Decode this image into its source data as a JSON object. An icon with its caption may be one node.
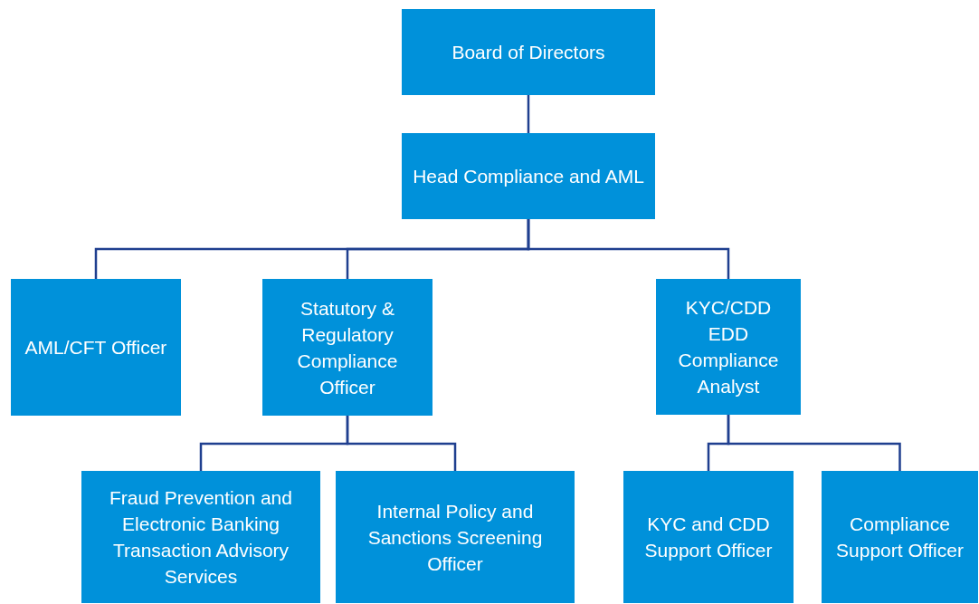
{
  "diagram": {
    "nodes": [
      {
        "text": [
          "Board of Directors"
        ]
      },
      {
        "text": [
          "Head Compliance and AML"
        ]
      },
      {
        "text": [
          "AML/CFT Officer"
        ]
      },
      {
        "text": [
          "Statutory & Regulatory Compliance Officer"
        ]
      },
      {
        "text": [
          "KYC/CDD EDD Compliance Analyst"
        ]
      },
      {
        "text": [
          "Fraud Prevention and Electronic Banking Transaction Advisory Services"
        ]
      },
      {
        "text": [
          "Internal Policy and Sanctions Screening Officer"
        ]
      },
      {
        "text": [
          "KYC and CDD Support Officer"
        ]
      },
      {
        "text": [
          "Compliance Support Officer"
        ]
      }
    ],
    "edges": [
      {
        "from": 0,
        "to": 1,
        "arrow": "none"
      },
      {
        "from": 1,
        "to": 2,
        "arrow": "none"
      },
      {
        "from": 1,
        "to": 3,
        "arrow": "none"
      },
      {
        "from": 1,
        "to": 4,
        "arrow": "none"
      },
      {
        "from": 3,
        "to": 5,
        "arrow": "none"
      },
      {
        "from": 3,
        "to": 6,
        "arrow": "none"
      },
      {
        "from": 4,
        "to": 7,
        "arrow": "none"
      },
      {
        "from": 4,
        "to": 8,
        "arrow": "none"
      }
    ]
  }
}
